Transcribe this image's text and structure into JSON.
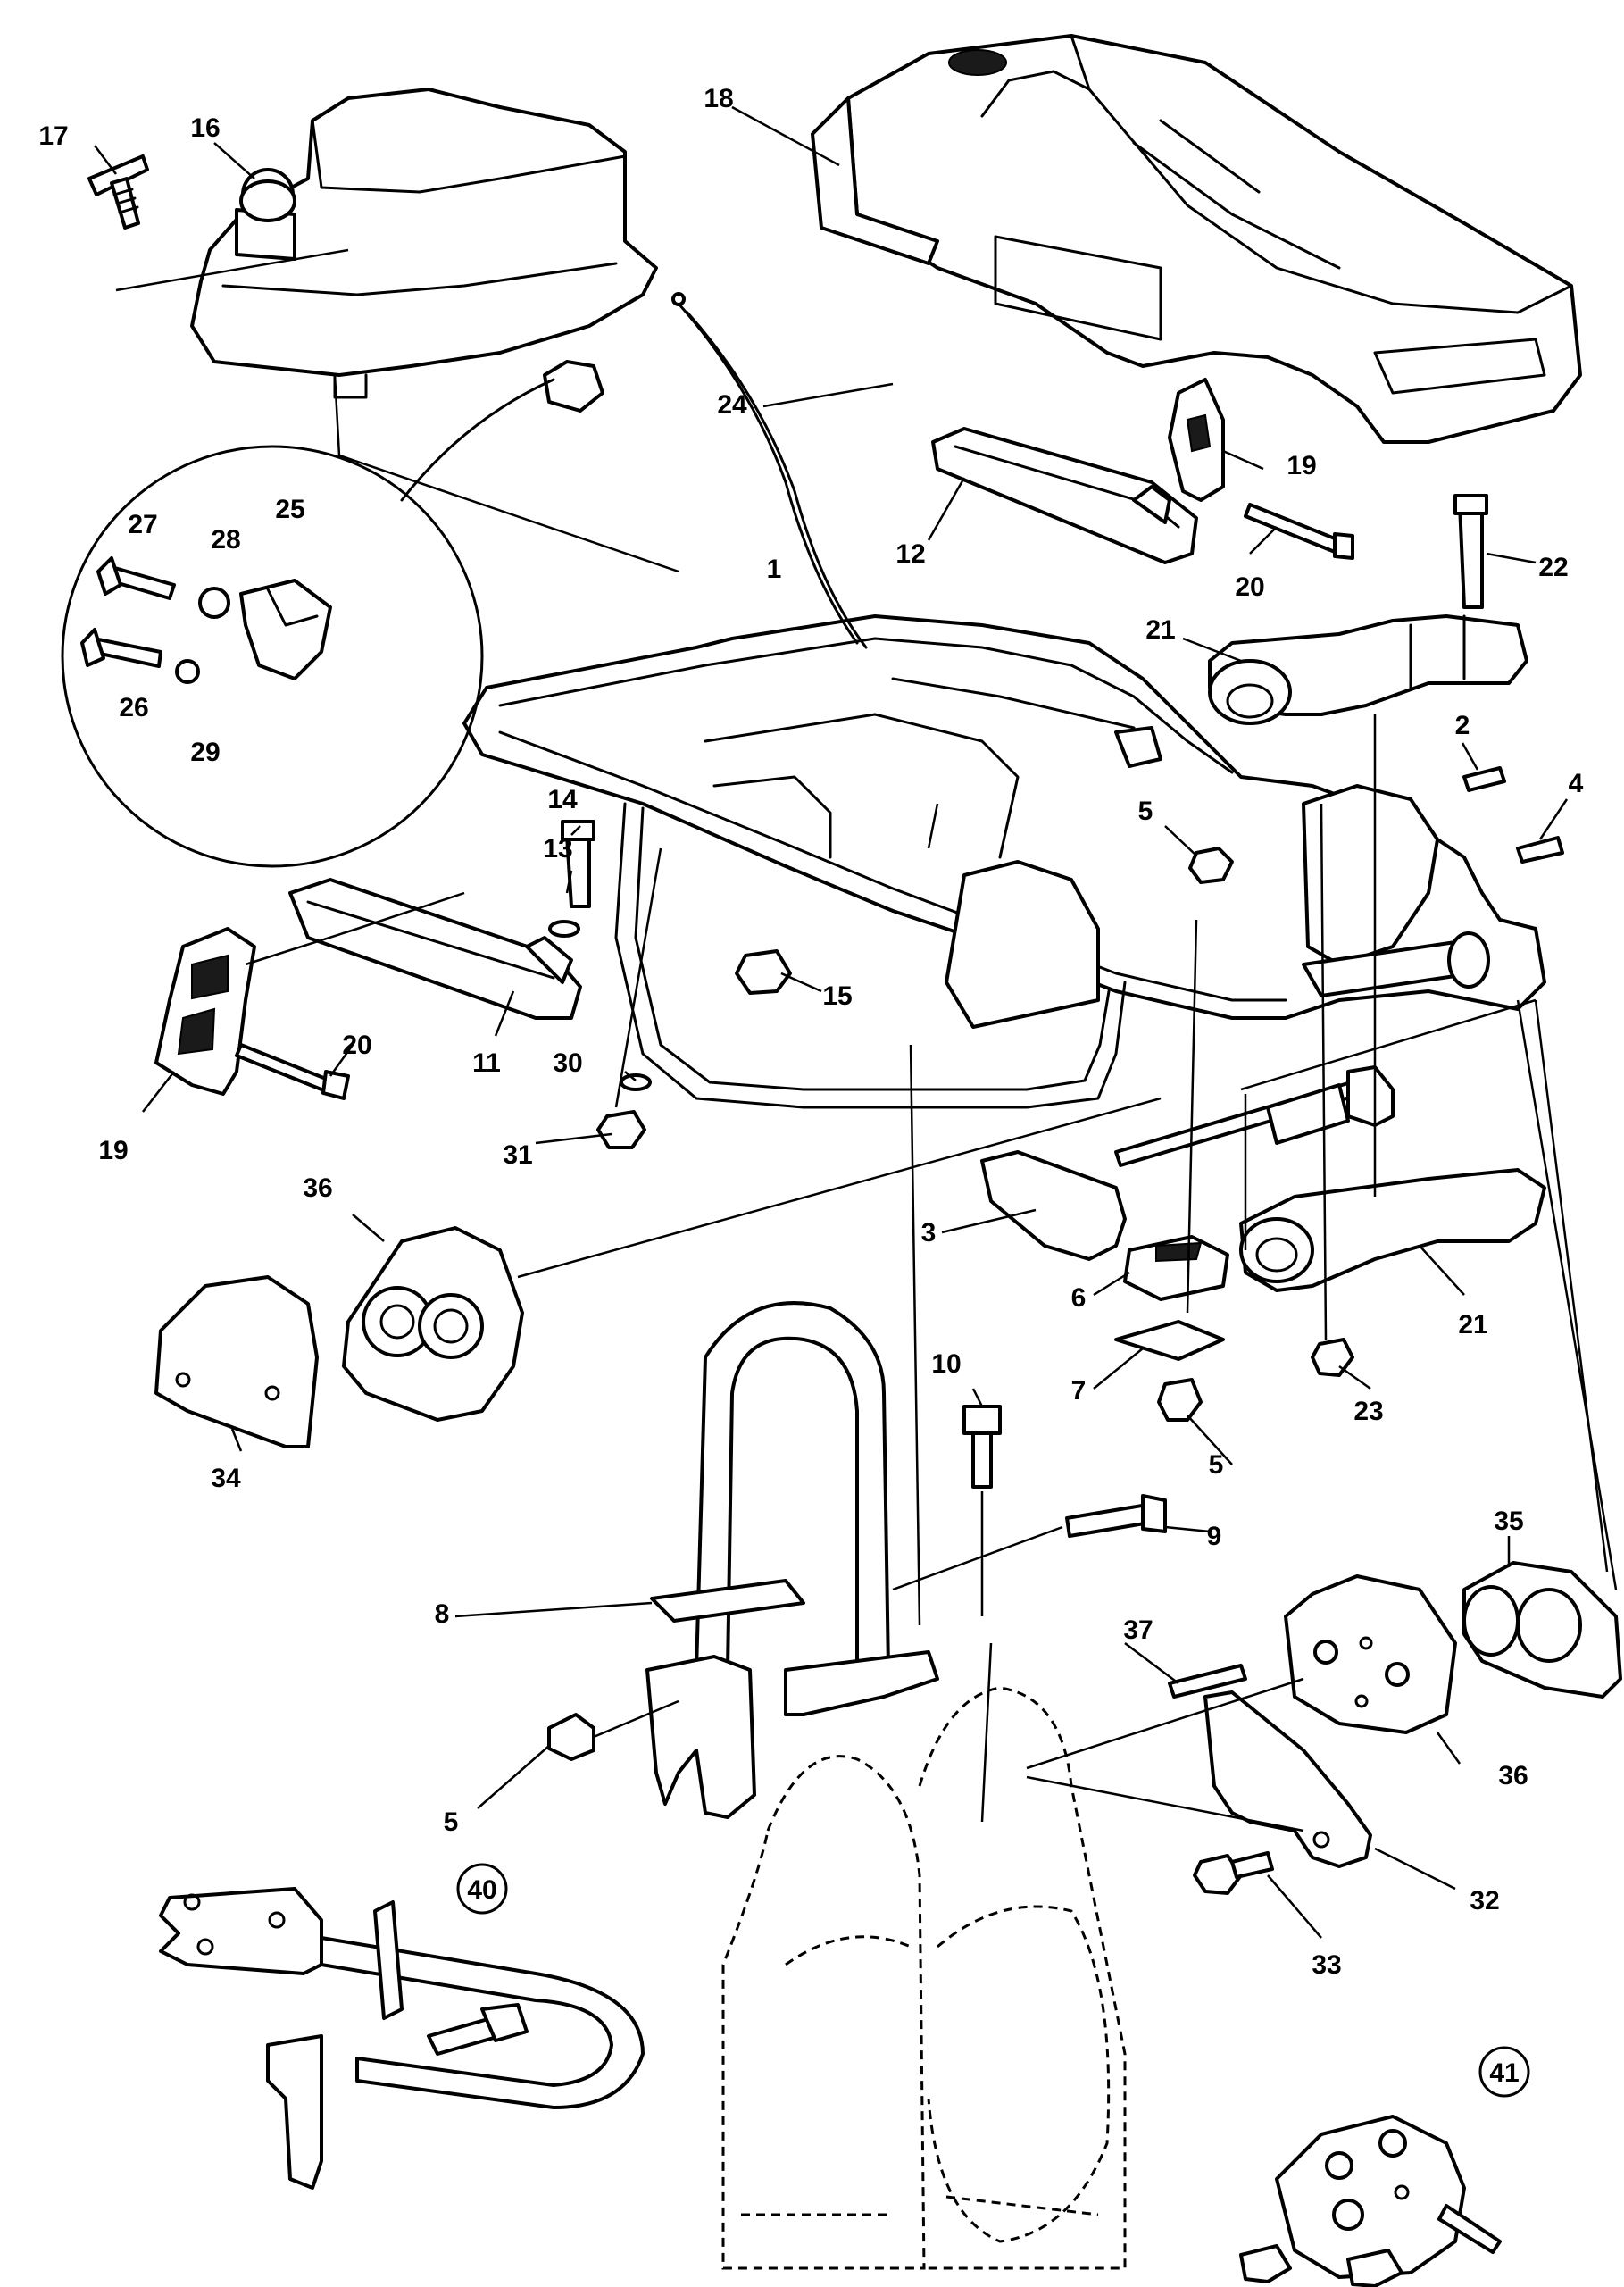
{
  "diagram": {
    "part_labels": [
      "1",
      "2",
      "3",
      "4",
      "5",
      "6",
      "7",
      "8",
      "9",
      "10",
      "11",
      "12",
      "13",
      "14",
      "15",
      "16",
      "17",
      "18",
      "19",
      "20",
      "21",
      "22",
      "23",
      "24",
      "25",
      "26",
      "27",
      "28",
      "29",
      "30",
      "31",
      "32",
      "33",
      "34",
      "35",
      "36",
      "37"
    ],
    "callouts": [
      "40",
      "41"
    ]
  }
}
